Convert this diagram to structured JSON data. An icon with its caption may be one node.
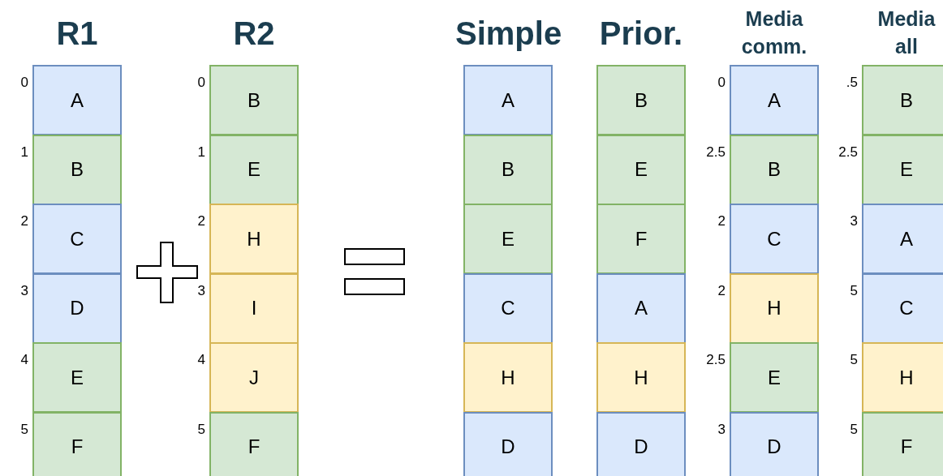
{
  "diagram": {
    "labels": [
      "R1",
      "R2",
      "Simple",
      "Prior.",
      "Media comm.",
      "Media all"
    ],
    "nodes": [
      {
        "text": [
          "A"
        ],
        "beside": [
          "0"
        ]
      },
      {
        "text": [
          "B"
        ],
        "beside": [
          "1"
        ]
      },
      {
        "text": [
          "C"
        ],
        "beside": [
          "2"
        ]
      },
      {
        "text": [
          "D"
        ],
        "beside": [
          "3"
        ]
      },
      {
        "text": [
          "E"
        ],
        "beside": [
          "4"
        ]
      },
      {
        "text": [
          "F"
        ],
        "beside": [
          "5"
        ]
      },
      {
        "text": [
          "B"
        ],
        "beside": [
          "0"
        ]
      },
      {
        "text": [
          "E"
        ],
        "beside": [
          "1"
        ]
      },
      {
        "text": [
          "H"
        ],
        "beside": [
          "2"
        ]
      },
      {
        "text": [
          "I"
        ],
        "beside": [
          "3"
        ]
      },
      {
        "text": [
          "J"
        ],
        "beside": [
          "4"
        ]
      },
      {
        "text": [
          "F"
        ],
        "beside": [
          "5"
        ]
      },
      {
        "text": [
          "A"
        ]
      },
      {
        "text": [
          "B"
        ]
      },
      {
        "text": [
          "E"
        ]
      },
      {
        "text": [
          "C"
        ]
      },
      {
        "text": [
          "H"
        ]
      },
      {
        "text": [
          "D"
        ]
      },
      {
        "text": [
          "B"
        ]
      },
      {
        "text": [
          "E"
        ]
      },
      {
        "text": [
          "F"
        ]
      },
      {
        "text": [
          "A"
        ]
      },
      {
        "text": [
          "H"
        ]
      },
      {
        "text": [
          "D"
        ]
      },
      {
        "text": [
          "A"
        ],
        "beside": [
          "0"
        ]
      },
      {
        "text": [
          "B"
        ],
        "beside": [
          "2.5"
        ]
      },
      {
        "text": [
          "C"
        ],
        "beside": [
          "2"
        ]
      },
      {
        "text": [
          "H"
        ],
        "beside": [
          "2"
        ]
      },
      {
        "text": [
          "E"
        ],
        "beside": [
          "2.5"
        ]
      },
      {
        "text": [
          "D"
        ],
        "beside": [
          "3"
        ]
      },
      {
        "text": [
          "B"
        ],
        "beside": [
          ".5"
        ]
      },
      {
        "text": [
          "E"
        ],
        "beside": [
          "2.5"
        ]
      },
      {
        "text": [
          "A"
        ],
        "beside": [
          "3"
        ]
      },
      {
        "text": [
          "C"
        ],
        "beside": [
          "5"
        ]
      },
      {
        "text": [
          "H"
        ],
        "beside": [
          "5"
        ]
      },
      {
        "text": [
          "F"
        ],
        "beside": [
          "5"
        ]
      },
      {
        "text": [],
        "shape": "plus"
      },
      {
        "text": [],
        "shape": "equals"
      }
    ]
  }
}
